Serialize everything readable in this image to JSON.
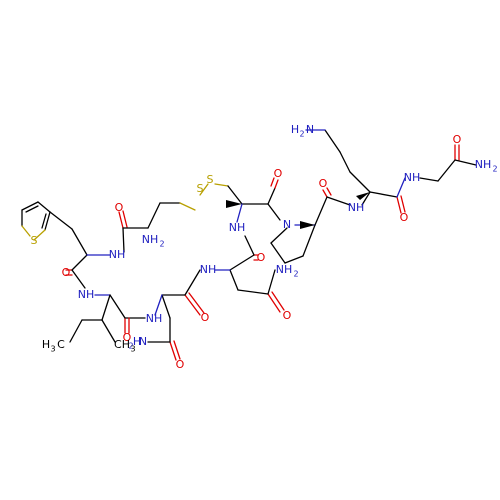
{
  "colors": {
    "carbon_bond": "#000000",
    "oxygen": "#e00000",
    "nitrogen": "#2020c0",
    "sulfur": "#b8a000"
  },
  "labels": {
    "o": "O",
    "nh": "NH",
    "n": "N",
    "s": "S",
    "nh2": "NH",
    "h2n": "H",
    "h3c": "H",
    "ch3": "CH",
    "sub2": "2",
    "sub3": "3",
    "h2n_tail": "N"
  }
}
